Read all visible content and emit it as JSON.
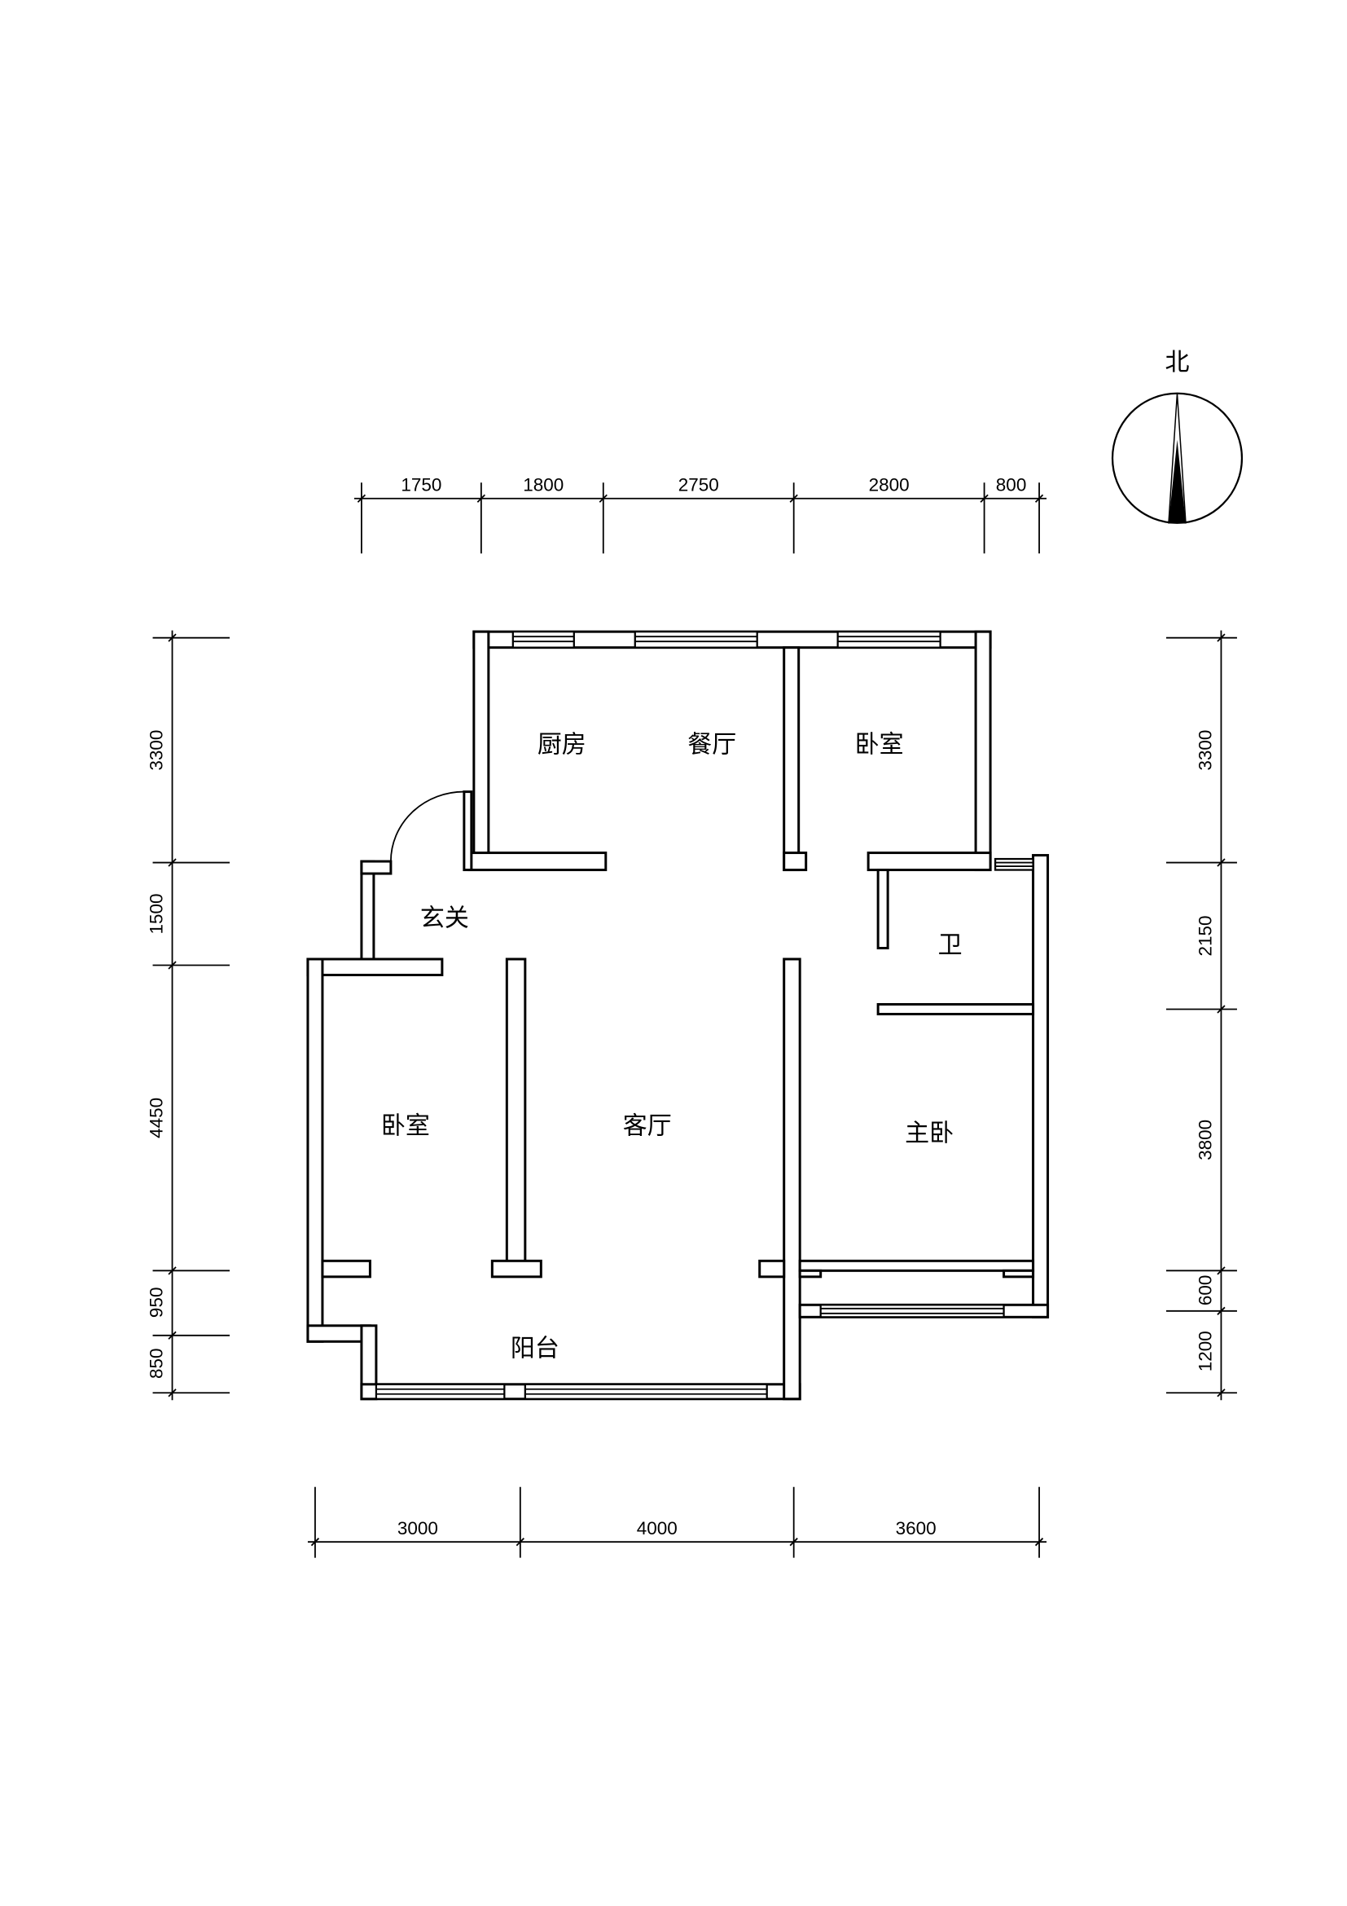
{
  "compass": {
    "label": "北"
  },
  "rooms": {
    "kitchen": "厨房",
    "dining": "餐厅",
    "bedroom_north": "卧室",
    "entrance": "玄关",
    "bathroom": "卫",
    "bedroom_west": "卧室",
    "living": "客厅",
    "master": "主卧",
    "balcony": "阳台"
  },
  "dimensions": {
    "top": [
      "1750",
      "1800",
      "2750",
      "2800",
      "800"
    ],
    "bottom": [
      "3000",
      "4000",
      "3600"
    ],
    "left": [
      "3300",
      "1500",
      "4450",
      "950",
      "850"
    ],
    "right": [
      "3300",
      "2150",
      "3800",
      "600",
      "1200"
    ]
  }
}
